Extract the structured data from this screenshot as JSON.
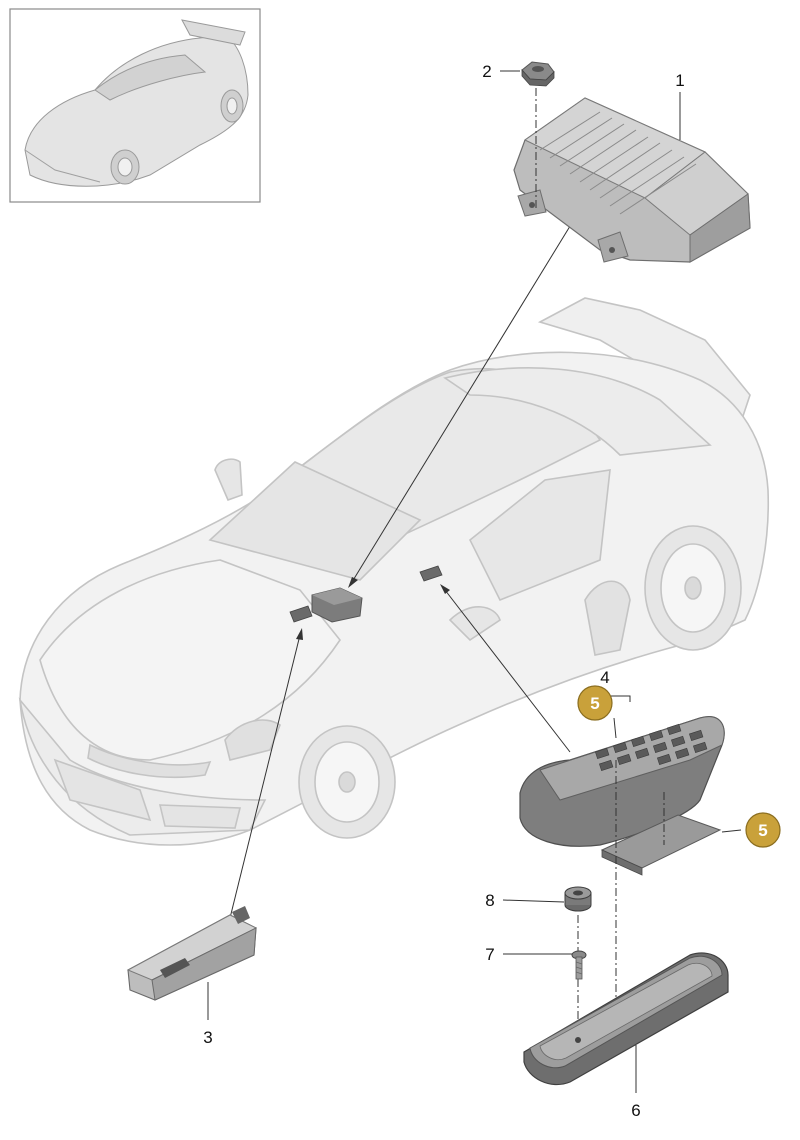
{
  "diagram": {
    "callouts": [
      {
        "id": "part-1",
        "label": "1"
      },
      {
        "id": "part-2",
        "label": "2"
      },
      {
        "id": "part-3",
        "label": "3"
      },
      {
        "id": "part-4",
        "label": "4"
      },
      {
        "id": "part-6",
        "label": "6"
      },
      {
        "id": "part-7",
        "label": "7"
      },
      {
        "id": "part-8",
        "label": "8"
      }
    ],
    "badges": [
      {
        "id": "badge-5-top",
        "label": "5"
      },
      {
        "id": "badge-5-side",
        "label": "5"
      }
    ],
    "colors": {
      "badge_fill": "#C9A13A",
      "badge_stroke": "#8a6d1f",
      "part_dark": "#707070",
      "part_mid": "#9a9a9a",
      "part_light": "#c8c8c8",
      "car_fill": "#f2f2f2",
      "car_line": "#c4c4c4"
    }
  }
}
